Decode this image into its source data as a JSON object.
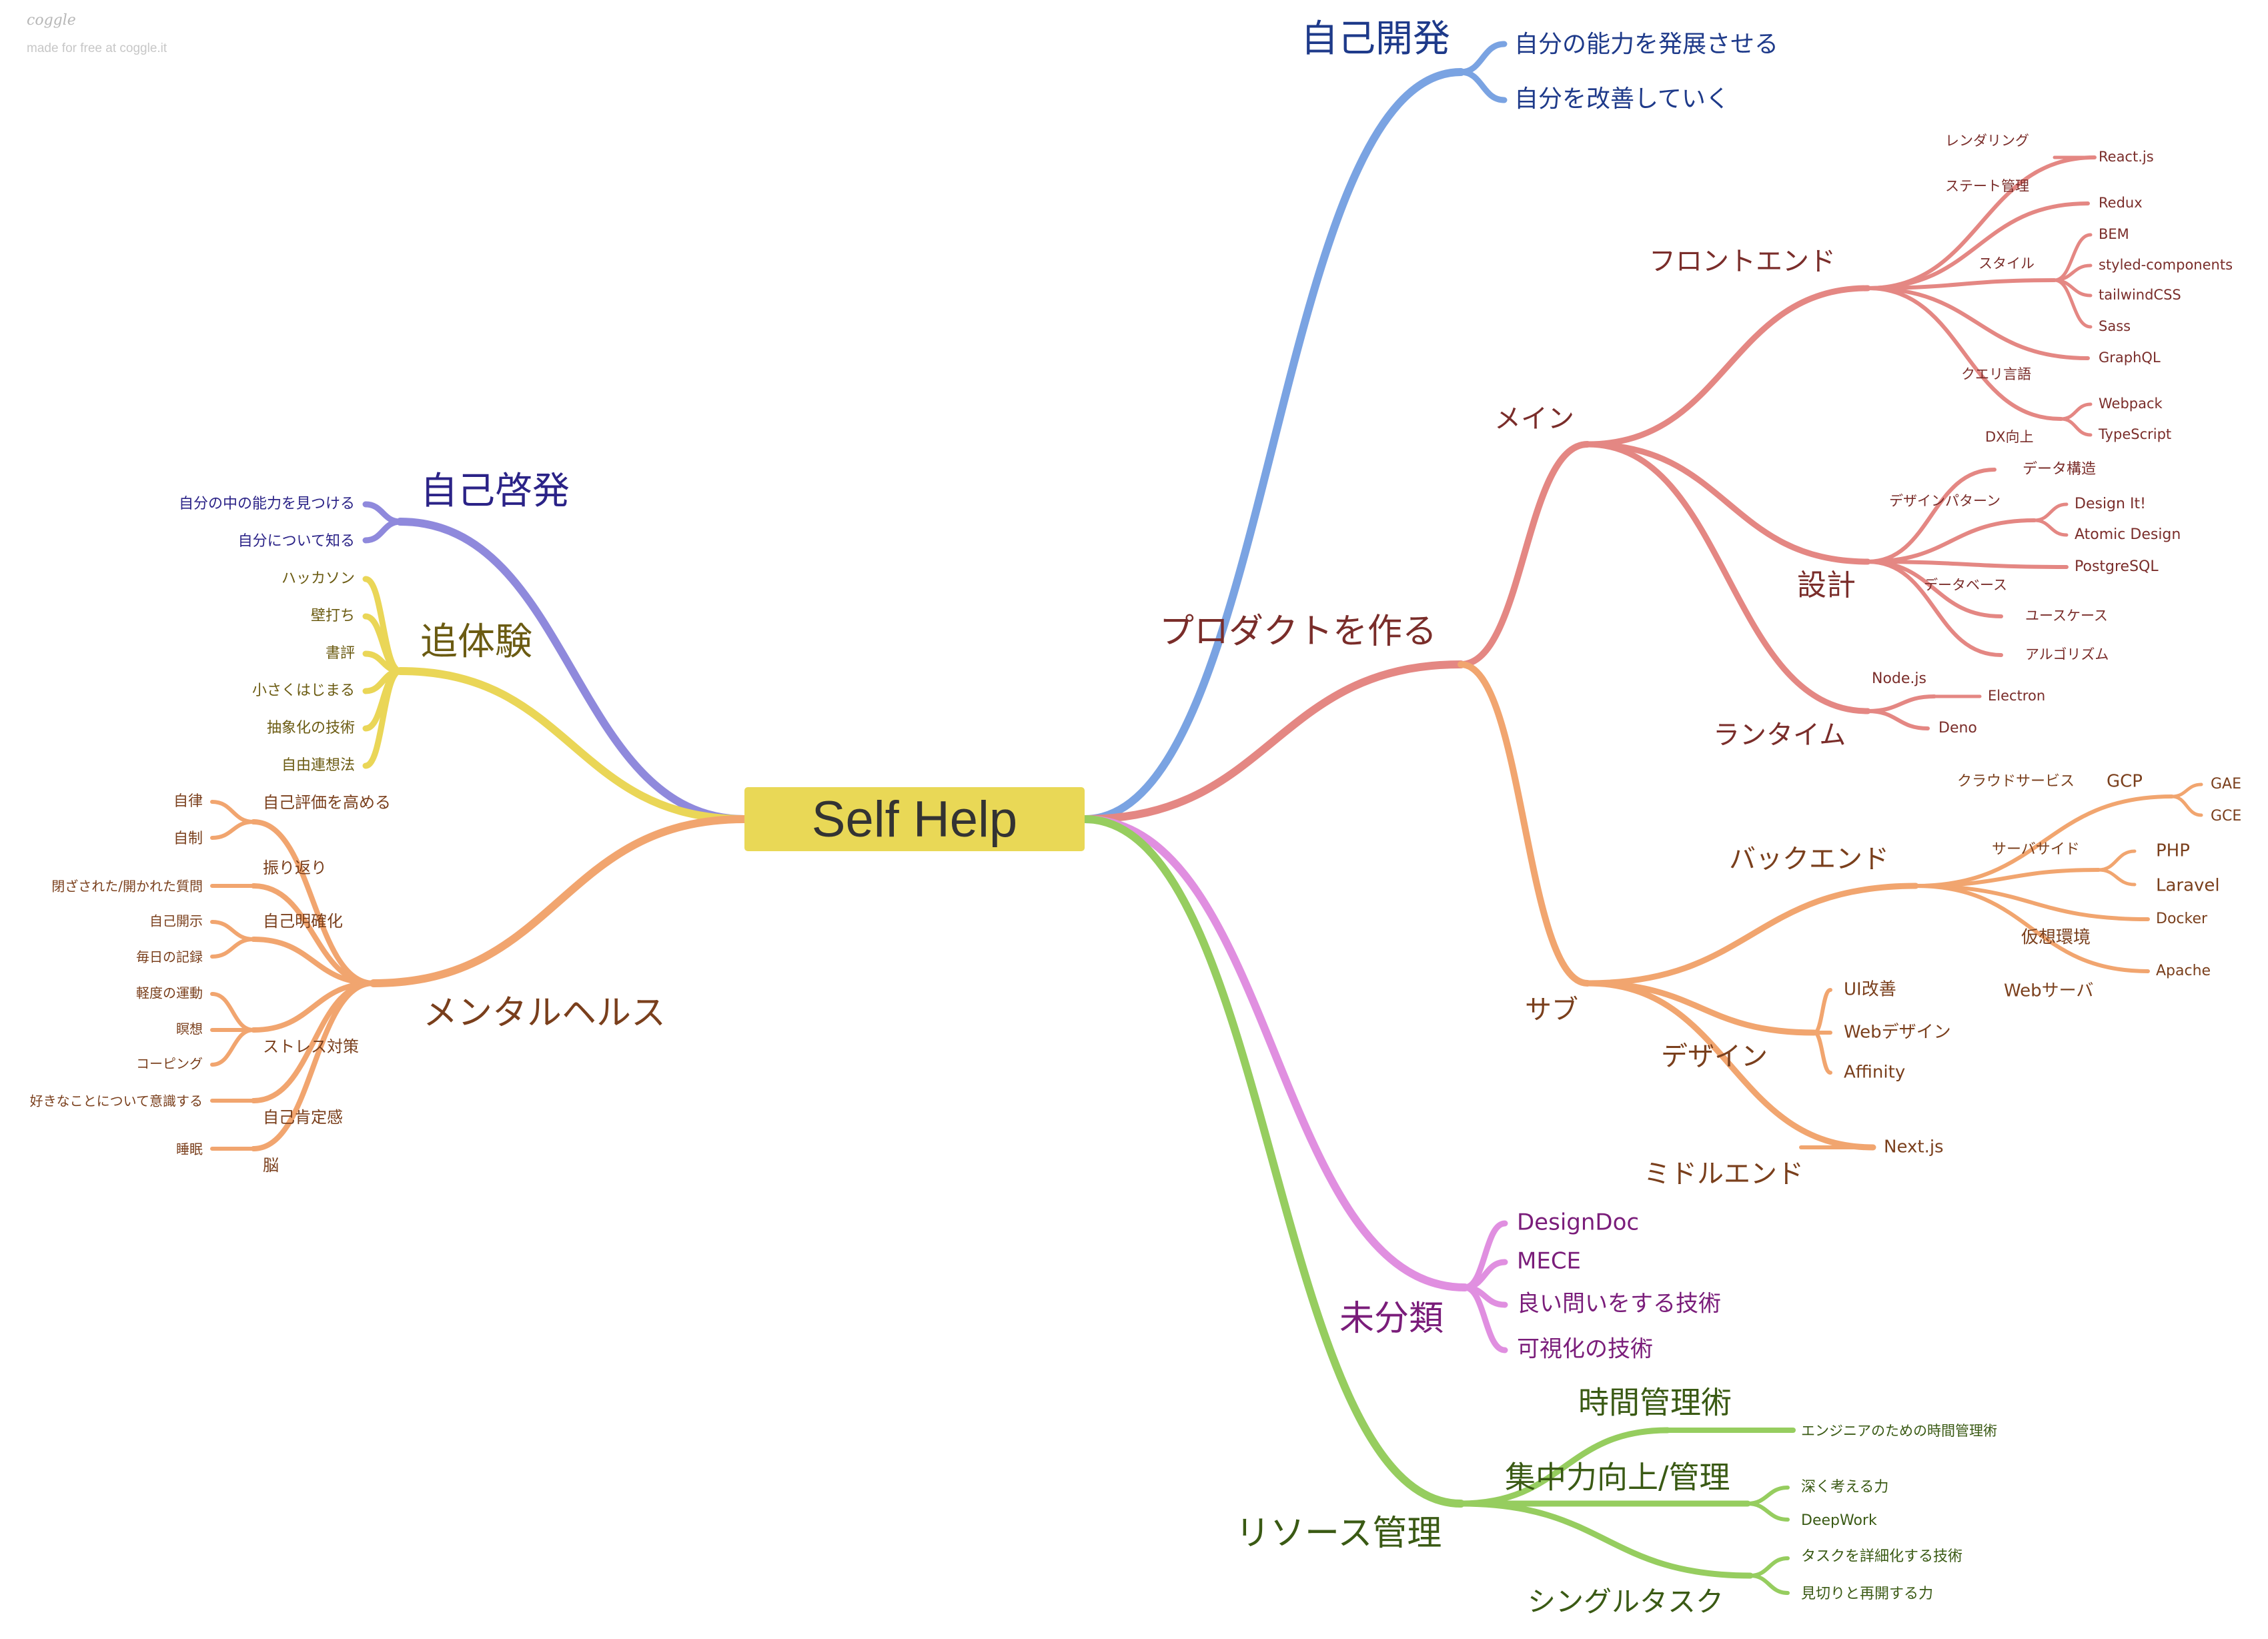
{
  "watermark": {
    "logo": "coggle",
    "text": "made for free at coggle.it"
  },
  "root": "Self Help",
  "colors": {
    "blue": "#7aa3e2",
    "salmon": "#e48783",
    "orange": "#f1a56f",
    "purple": "#8f89dc",
    "yellow": "#ead657",
    "green": "#96cd5f",
    "magenta": "#e08fe0",
    "text_blue": "#1e3a8a",
    "text_red": "#7a2d2a",
    "text_orange": "#7a3f1c",
    "text_purple": "#2b2387",
    "text_olive": "#6b5b12",
    "text_green": "#3a5a14",
    "text_magenta": "#7a1d7a"
  },
  "branches": {
    "jiko_kaihatsu": {
      "label": "自己開発",
      "children": [
        "自分の能力を発展させる",
        "自分を改善していく"
      ]
    },
    "product": {
      "label": "プロダクトを作る",
      "main": {
        "label": "メイン",
        "frontend": {
          "label": "フロントエンド",
          "rendering": "レンダリング",
          "react": "React.js",
          "state": "ステート管理",
          "redux": "Redux",
          "style": "スタイル",
          "style_items": [
            "BEM",
            "styled-components",
            "tailwindCSS",
            "Sass"
          ],
          "query": "クエリ言語",
          "graphql": "GraphQL",
          "dx": "DX向上",
          "dx_items": [
            "Webpack",
            "TypeScript"
          ]
        },
        "design": {
          "label": "設計",
          "data_structure": "データ構造",
          "pattern": "デザインパターン",
          "pattern_items": [
            "Design It!",
            "Atomic Design"
          ],
          "database": "データベース",
          "postgres": "PostgreSQL",
          "usecase": "ユースケース",
          "algorithm": "アルゴリズム"
        },
        "runtime": {
          "label": "ランタイム",
          "node": "Node.js",
          "electron": "Electron",
          "deno": "Deno"
        }
      },
      "sub": {
        "label": "サブ",
        "backend": {
          "label": "バックエンド",
          "cloud": "クラウドサービス",
          "gcp": "GCP",
          "gcp_items": [
            "GAE",
            "GCE"
          ],
          "server_side": "サーバサイド",
          "server_items": [
            "PHP",
            "Laravel"
          ],
          "virtual": "仮想環境",
          "docker": "Docker",
          "web_server": "Webサーバ",
          "apache": "Apache"
        },
        "design": {
          "label": "デザイン",
          "items": [
            "UI改善",
            "Webデザイン",
            "Affinity"
          ]
        },
        "middle": {
          "label": "ミドルエンド",
          "next": "Next.js"
        }
      }
    },
    "uncategorized": {
      "label": "未分類",
      "children": [
        "DesignDoc",
        "MECE",
        "良い問いをする技術",
        "可視化の技術"
      ]
    },
    "resource": {
      "label": "リソース管理",
      "time": {
        "label": "時間管理術",
        "item": "エンジニアのための時間管理術"
      },
      "focus": {
        "label": "集中力向上/管理",
        "items": [
          "深く考える力",
          "DeepWork"
        ]
      },
      "single": {
        "label": "シングルタスク",
        "items": [
          "タスクを詳細化する技術",
          "見切りと再開する力"
        ]
      }
    },
    "jiko_keihatsu": {
      "label": "自己啓発",
      "children": [
        "自分の中の能力を見つける",
        "自分について知る"
      ]
    },
    "tsui_taiken": {
      "label": "追体験",
      "children": [
        "ハッカソン",
        "壁打ち",
        "書評",
        "小さくはじまる",
        "抽象化の技術",
        "自由連想法"
      ]
    },
    "mental": {
      "label": "メンタルヘルス",
      "self_esteem": {
        "label": "自己評価を高める",
        "items": [
          "自律",
          "自制"
        ]
      },
      "reflection": {
        "label": "振り返り",
        "item": "閉ざされた/開かれた質問"
      },
      "clarify": {
        "label": "自己明確化",
        "items": [
          "自己開示",
          "毎日の記録"
        ]
      },
      "stress": {
        "label": "ストレス対策",
        "items": [
          "軽度の運動",
          "瞑想",
          "コーピング"
        ]
      },
      "affirm": {
        "label": "自己肯定感",
        "item": "好きなことについて意識する"
      },
      "brain": {
        "label": "脳",
        "item": "睡眠"
      }
    }
  }
}
